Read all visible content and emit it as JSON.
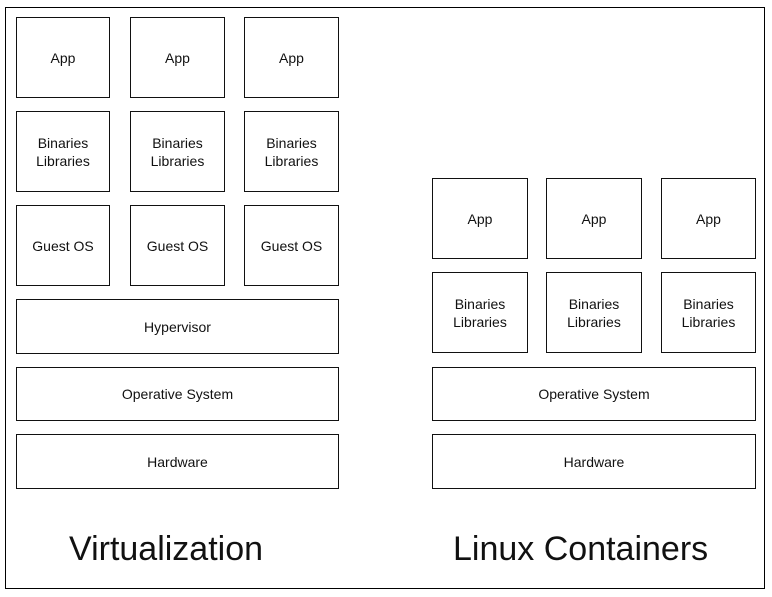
{
  "virtualization": {
    "title": "Virtualization",
    "apps": [
      "App",
      "App",
      "App"
    ],
    "bins": [
      {
        "line1": "Binaries",
        "line2": "Libraries"
      },
      {
        "line1": "Binaries",
        "line2": "Libraries"
      },
      {
        "line1": "Binaries",
        "line2": "Libraries"
      }
    ],
    "guests": [
      "Guest OS",
      "Guest OS",
      "Guest OS"
    ],
    "hypervisor": "Hypervisor",
    "os": "Operative System",
    "hardware": "Hardware"
  },
  "containers": {
    "title": "Linux Containers",
    "apps": [
      "App",
      "App",
      "App"
    ],
    "bins": [
      {
        "line1": "Binaries",
        "line2": "Libraries"
      },
      {
        "line1": "Binaries",
        "line2": "Libraries"
      },
      {
        "line1": "Binaries",
        "line2": "Libraries"
      }
    ],
    "os": "Operative System",
    "hardware": "Hardware"
  }
}
